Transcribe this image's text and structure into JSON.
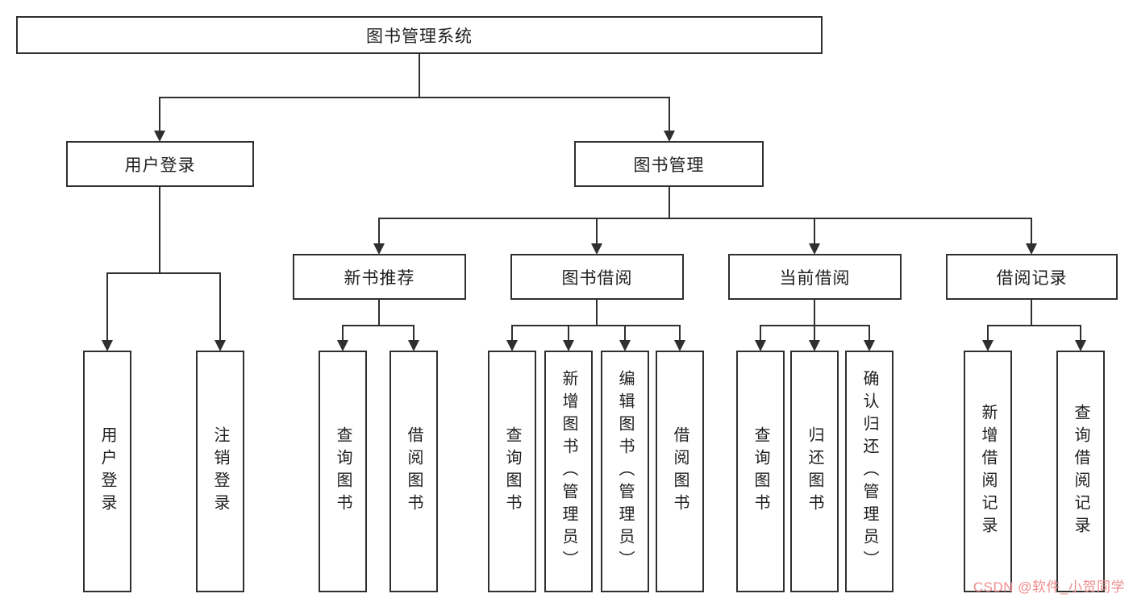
{
  "tree": {
    "root": {
      "label": "图书管理系统"
    },
    "branches": [
      {
        "label": "用户登录",
        "children": [
          {
            "label": "用户登录"
          },
          {
            "label": "注销登录"
          }
        ]
      },
      {
        "label": "图书管理",
        "children": [
          {
            "label": "新书推荐",
            "children": [
              {
                "label": "查询图书"
              },
              {
                "label": "借阅图书"
              }
            ]
          },
          {
            "label": "图书借阅",
            "children": [
              {
                "label": "查询图书"
              },
              {
                "label": "新增图书（管理员）"
              },
              {
                "label": "编辑图书（管理员）"
              },
              {
                "label": "借阅图书"
              }
            ]
          },
          {
            "label": "当前借阅",
            "children": [
              {
                "label": "查询图书"
              },
              {
                "label": "归还图书"
              },
              {
                "label": "确认归还（管理员）"
              }
            ]
          },
          {
            "label": "借阅记录",
            "children": [
              {
                "label": "新增借阅记录"
              },
              {
                "label": "查询借阅记录"
              }
            ]
          }
        ]
      }
    ]
  },
  "watermark": {
    "text": "CSDN @软件_小贺同学",
    "color": "#ef8c8c"
  },
  "style": {
    "line_color": "#2f2f2f",
    "background": "#ffffff"
  }
}
